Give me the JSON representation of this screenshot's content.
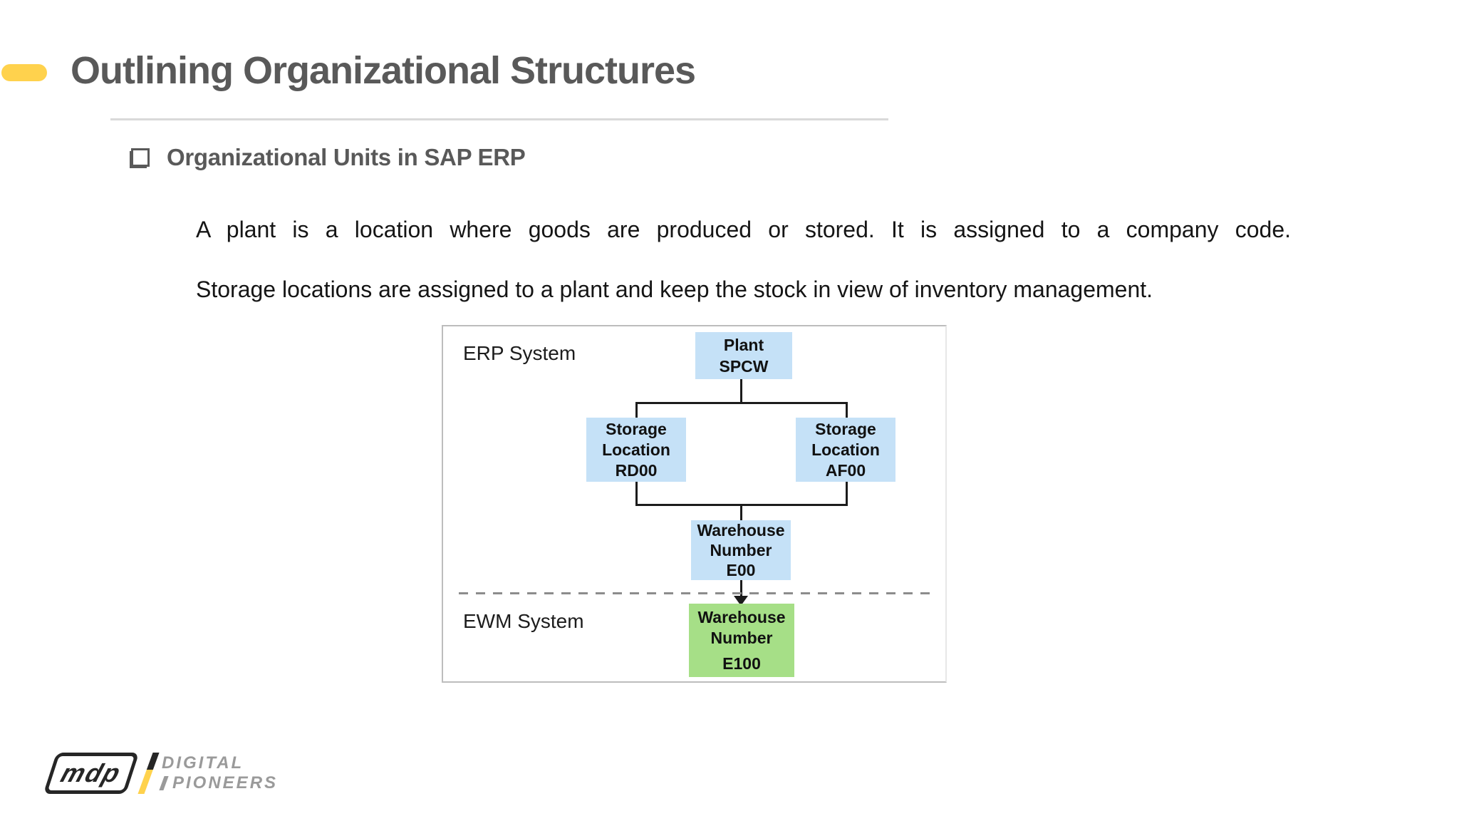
{
  "slide": {
    "title": "Outlining Organizational Structures",
    "section_heading": "Organizational Units in SAP ERP",
    "paragraph": {
      "line1": "A plant is a location where goods are produced or stored. It is assigned to a company code.",
      "line2": "Storage locations are assigned to a plant and keep the stock in view of inventory management."
    }
  },
  "diagram": {
    "erp_system_label": "ERP System",
    "ewm_system_label": "EWM System",
    "nodes": {
      "plant": {
        "title": "Plant",
        "code": "SPCW"
      },
      "storage_location_left": {
        "line1": "Storage",
        "line2": "Location",
        "code": "RD00"
      },
      "storage_location_right": {
        "line1": "Storage",
        "line2": "Location",
        "code": "AF00"
      },
      "warehouse_number_erp": {
        "line1": "Warehouse",
        "line2": "Number",
        "code": "E00"
      },
      "warehouse_number_ewm": {
        "line1": "Warehouse",
        "line2": "Number",
        "code": "E100"
      }
    }
  },
  "logo": {
    "mark": "mdp",
    "word1": "DIGITAL",
    "word2": "PIONEERS"
  },
  "colors": {
    "accent_yellow": "#ffd24d",
    "title_gray": "#595959",
    "divider_gray": "#d9d9d9",
    "erp_node_blue": "#c5e1f7",
    "ewm_node_green": "#a6df87",
    "line_dark": "#1c1c1c",
    "dashed_gray": "#8c8c8c",
    "frame_gray": "#bdbdbd",
    "logo_gray": "#9a9a9a"
  }
}
